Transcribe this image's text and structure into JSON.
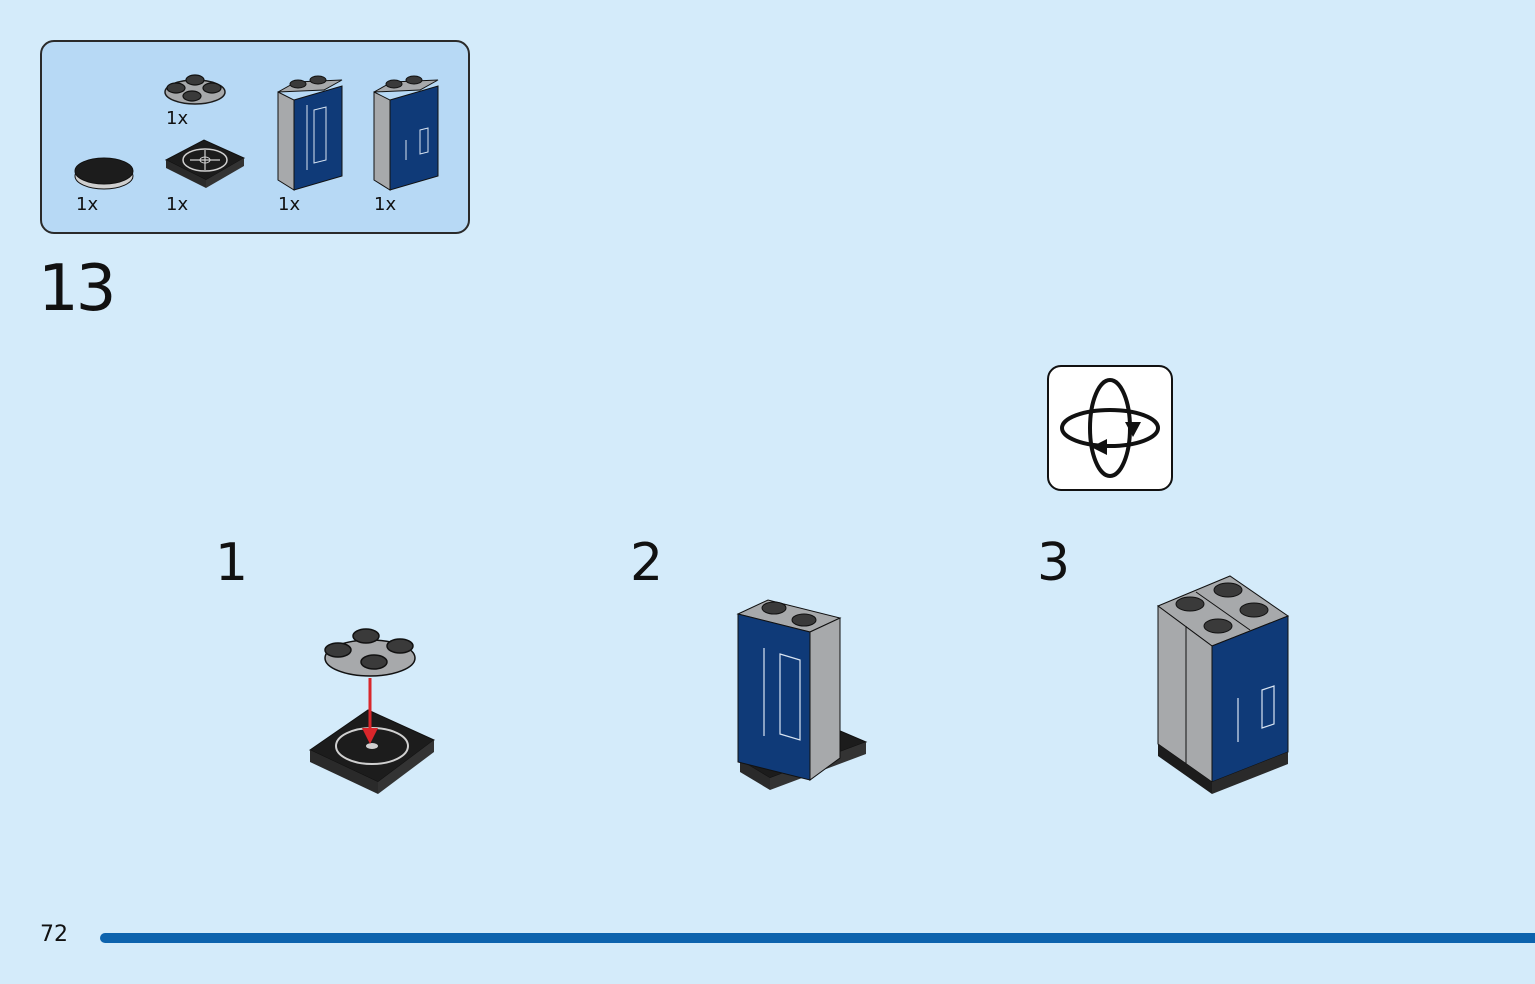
{
  "parts_callout": {
    "items": [
      {
        "name": "turntable-2x2-top",
        "qty": "1x"
      },
      {
        "name": "round-tile-black",
        "qty": "1x"
      },
      {
        "name": "turntable-2x2-base",
        "qty": "1x"
      },
      {
        "name": "brick-1x2x3-locker-left",
        "qty": "1x"
      },
      {
        "name": "brick-1x2x3-locker-right",
        "qty": "1x"
      }
    ]
  },
  "step": {
    "number": "13"
  },
  "substeps": [
    {
      "number": "1"
    },
    {
      "number": "2"
    },
    {
      "number": "3"
    }
  ],
  "rotate_icon": "rotate-model-icon",
  "page": {
    "number": "72"
  },
  "colors": {
    "background": "#d4ebfa",
    "callout_bg": "#b7d9f5",
    "dark_blue": "#0f3a78",
    "grey": "#a7a9ab",
    "black": "#1c1c1c",
    "arrow_red": "#d9262b",
    "progress": "#0d63ad"
  }
}
